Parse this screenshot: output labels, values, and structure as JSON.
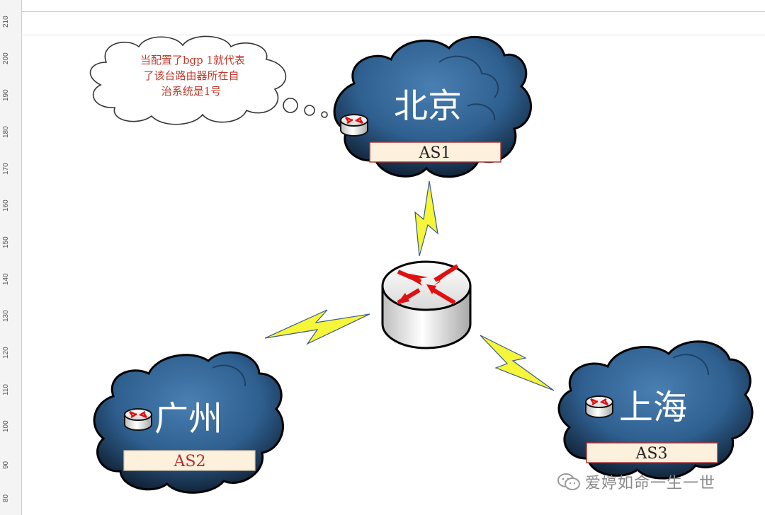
{
  "ruler": {
    "ticks": [
      "210",
      "200",
      "190",
      "180",
      "170",
      "160",
      "150",
      "140",
      "130",
      "120",
      "110",
      "100",
      "90",
      "80"
    ]
  },
  "diagram": {
    "bubble": {
      "lines": [
        "当配置了bgp 1就代表",
        "了该台路由器所在自",
        "治系统是1号"
      ]
    },
    "nodes": {
      "beijing": {
        "city": "北京",
        "as": "AS1"
      },
      "guangzhou": {
        "city": "广州",
        "as": "AS2"
      },
      "shanghai": {
        "city": "上海",
        "as": "AS3"
      }
    },
    "colors": {
      "cloud": "#2e5f8f",
      "cloud_dark": "#14253a",
      "as_box": "#fdf0dc",
      "as_text": "#b03030",
      "bolt": "#f5f53a",
      "arrow": "#e01010"
    },
    "icons": [
      "router-icon",
      "lightning-icon",
      "cloud-icon",
      "thought-bubble-icon"
    ]
  },
  "watermark": {
    "text": "爱婷如命一生一世",
    "icon": "wechat-icon"
  }
}
